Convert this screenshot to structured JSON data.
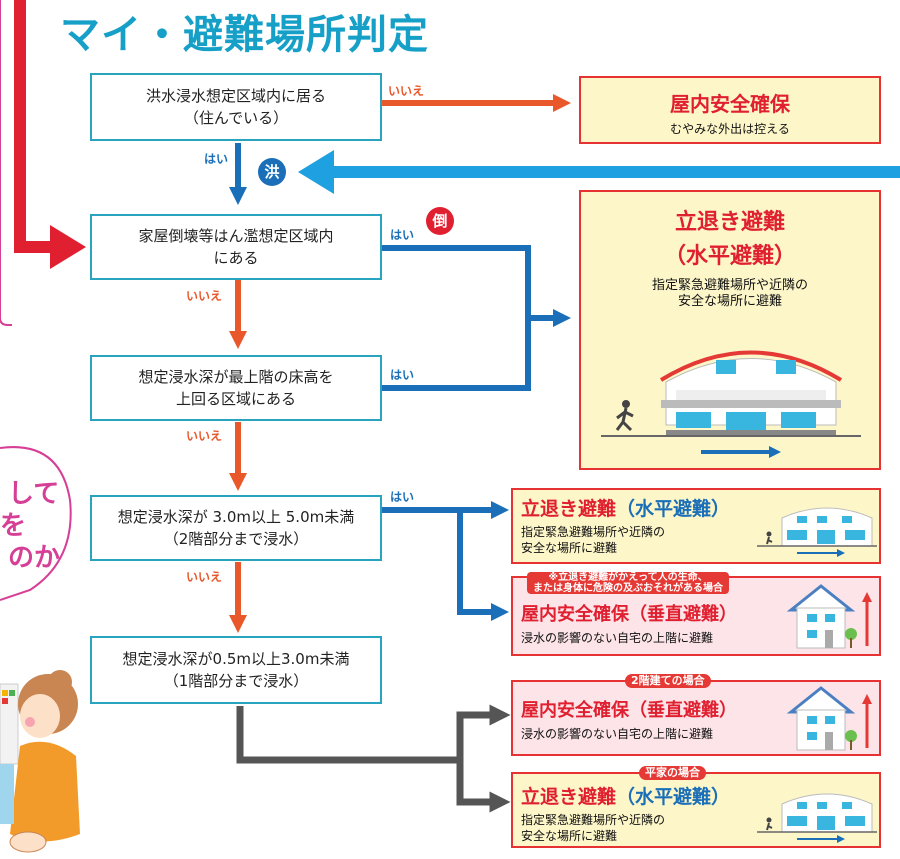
{
  "title": "マイ・避難場所判定",
  "questions": {
    "q1": [
      "洪水浸水想定区域内に居る",
      "（住んでいる）"
    ],
    "q2": [
      "家屋倒壊等はん濫想定区域内",
      "にある"
    ],
    "q3": [
      "想定浸水深が最上階の床高を",
      "上回る区域にある"
    ],
    "q4": [
      "想定浸水深が 3.0m以上 5.0m未満",
      "（2階部分まで浸水）"
    ],
    "q5": [
      "想定浸水深が0.5m以上3.0m未満",
      "（1階部分まで浸水）"
    ]
  },
  "labels": {
    "yes": "はい",
    "no": "いいえ"
  },
  "badges": {
    "flood": "洪",
    "collapse": "倒"
  },
  "results": {
    "indoor_safety": {
      "title": "屋内安全確保",
      "sub": "むやみな外出は控える"
    },
    "evac_big": {
      "title1": "立退き避難",
      "title2": "（水平避難）",
      "sub": [
        "指定緊急避難場所や近隣の",
        "安全な場所に避難"
      ]
    },
    "evac_mid": {
      "title_a": "立退き避難",
      "title_b": "（水平避難）",
      "sub": [
        "指定緊急避難場所や近隣の",
        "安全な場所に避難"
      ]
    },
    "vertical_mid": {
      "note": [
        "※立退き避難がかえって人の生命、",
        "または身体に危険の及ぶおそれがある場合"
      ],
      "title": "屋内安全確保（垂直避難）",
      "sub": "浸水の影響のない自宅の上階に避難"
    },
    "vertical_low": {
      "tag": "2階建ての場合",
      "title": "屋内安全確保（垂直避難）",
      "sub": "浸水の影響のない自宅の上階に避難"
    },
    "evac_low": {
      "tag": "平家の場合",
      "title_a": "立退き避難",
      "title_b": "（水平避難）",
      "sub": [
        "指定緊急避難場所や近隣の",
        "安全な場所に避難"
      ]
    }
  },
  "side_bubble": [
    "して",
    "を",
    "のか"
  ],
  "colors": {
    "teal": "#29a4bf",
    "title": "#17a0c7",
    "orange": "#e8582a",
    "blue": "#1a6fb8",
    "lightblue": "#1fa0e0",
    "red": "#e63232",
    "gray": "#555555",
    "pink": "#d63f96"
  }
}
